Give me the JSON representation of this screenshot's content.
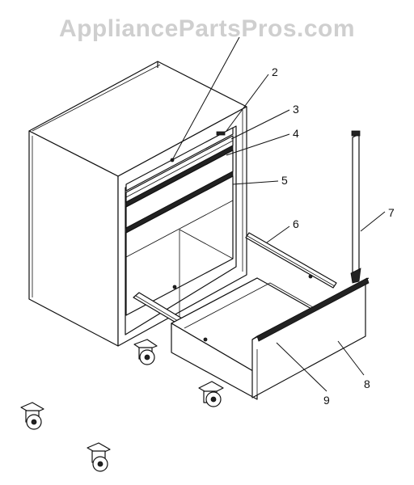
{
  "watermark": "AppliancePartsPros.com",
  "colors": {
    "line": "#111111",
    "watermark": "#cfcfcf",
    "background": "#ffffff"
  },
  "callouts": [
    "2",
    "3",
    "4",
    "5",
    "6",
    "7",
    "8",
    "9"
  ],
  "icons": [
    "caster-wheel-icon"
  ]
}
